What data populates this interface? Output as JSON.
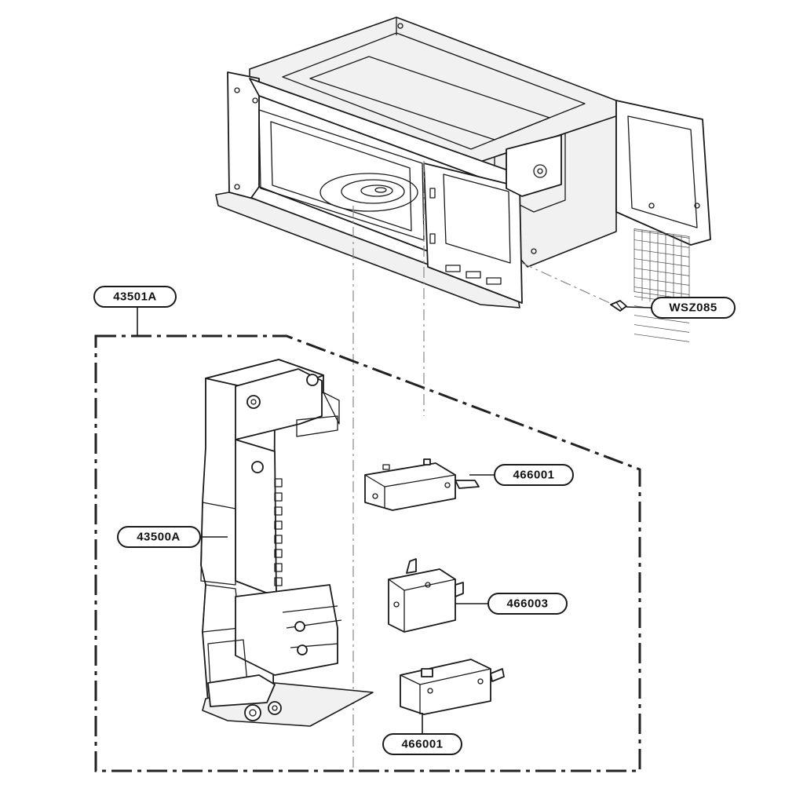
{
  "callouts": {
    "assembly": "43501A",
    "screw": "WSZ085",
    "latch_body": "43500A",
    "switch_top": "466001",
    "switch_middle": "466003",
    "switch_bottom": "466001"
  }
}
